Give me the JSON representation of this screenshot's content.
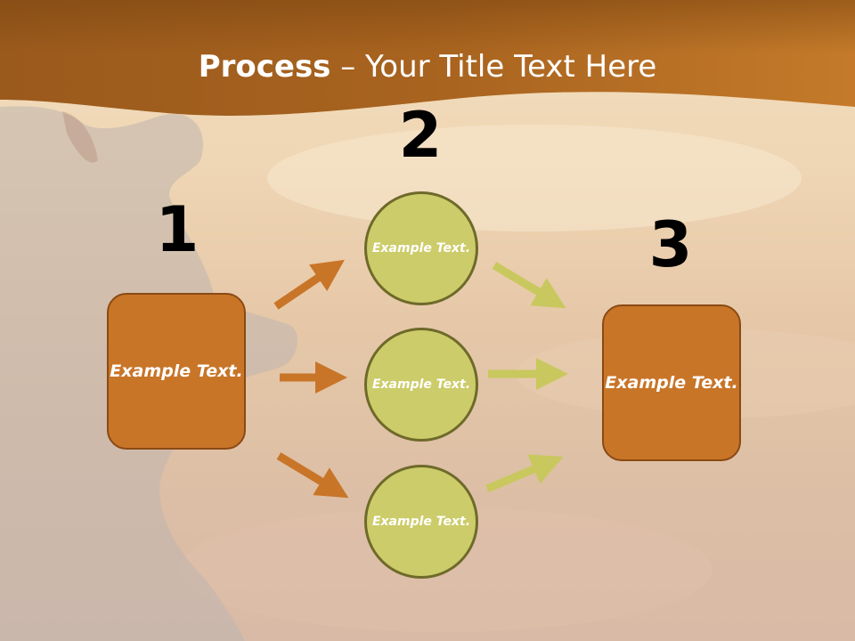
{
  "slide": {
    "title_bold": "Process",
    "title_rest": " – Your Title Text Here"
  },
  "steps": {
    "step1_number": "1",
    "step2_number": "2",
    "step3_number": "3"
  },
  "nodes": {
    "left_box": "Example Text.",
    "right_box": "Example Text.",
    "circle_top": "Example Text.",
    "circle_middle": "Example Text.",
    "circle_bottom": "Example Text."
  },
  "colors": {
    "header": "#a9621e",
    "box_fill": "#c87528",
    "circle_fill": "#cccc6a",
    "arrow_orange": "#c87528",
    "arrow_green": "#c8c85e"
  }
}
